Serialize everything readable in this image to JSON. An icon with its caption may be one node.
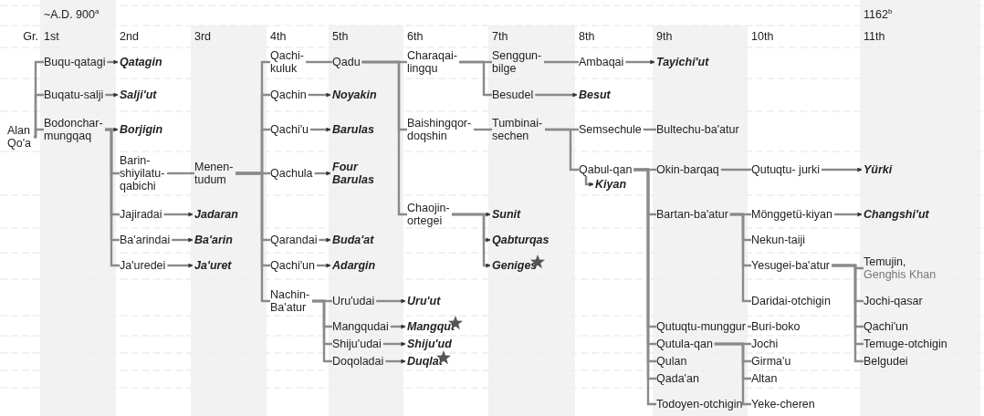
{
  "diagram": {
    "nodes": [
      {
        "text": [
          "Alan Qo'a"
        ]
      },
      {
        "text": [
          "Buqu-qatagi"
        ]
      },
      {
        "text": [
          "Qatagin"
        ]
      },
      {
        "text": [
          "Buqatu-salji"
        ]
      },
      {
        "text": [
          "Salji'ut"
        ]
      },
      {
        "text": [
          "Bodonchar-mungqaq"
        ]
      },
      {
        "text": [
          "Borjigin"
        ]
      },
      {
        "text": [
          "Barin-shiyilatu-qabichi"
        ]
      },
      {
        "text": [
          "Menen-tudum"
        ]
      },
      {
        "text": [
          "Jajiradai"
        ]
      },
      {
        "text": [
          "Jadaran"
        ]
      },
      {
        "text": [
          "Ba'arindai"
        ]
      },
      {
        "text": [
          "Ba'arin"
        ]
      },
      {
        "text": [
          "Ja'uredei"
        ]
      },
      {
        "text": [
          "Ja'uret"
        ]
      },
      {
        "text": [
          "Qachi-kuluk"
        ]
      },
      {
        "text": [
          "Qadu"
        ]
      },
      {
        "text": [
          "Qachin"
        ]
      },
      {
        "text": [
          "Noyakin"
        ]
      },
      {
        "text": [
          "Qachi'u"
        ]
      },
      {
        "text": [
          "Barulas"
        ]
      },
      {
        "text": [
          "Qachula"
        ]
      },
      {
        "text": [
          "Four Barulas"
        ]
      },
      {
        "text": [
          "Qarandai"
        ]
      },
      {
        "text": [
          "Buda'at"
        ]
      },
      {
        "text": [
          "Qachi'un"
        ]
      },
      {
        "text": [
          "Adargin"
        ]
      },
      {
        "text": [
          "Nachin-Ba'atur"
        ]
      },
      {
        "text": [
          "Uru'udai"
        ]
      },
      {
        "text": [
          "Uru'ut"
        ]
      },
      {
        "text": [
          "Mangqudai"
        ]
      },
      {
        "text": [
          "Mangqut"
        ]
      },
      {
        "text": [
          "Shiju'udai"
        ]
      },
      {
        "text": [
          "Shiju'ud"
        ]
      },
      {
        "text": [
          "Doqoladai"
        ]
      },
      {
        "text": [
          "Duqlat"
        ]
      },
      {
        "text": [
          "Charaqai-lingqu"
        ]
      },
      {
        "text": [
          "Senggun-bilge"
        ]
      },
      {
        "text": [
          "Ambaqai"
        ]
      },
      {
        "text": [
          "Tayichi'ut"
        ]
      },
      {
        "text": [
          "Besudel"
        ]
      },
      {
        "text": [
          "Besut"
        ]
      },
      {
        "text": [
          "Baishingqor-doqshin"
        ]
      },
      {
        "text": [
          "Tumbinai-sechen"
        ]
      },
      {
        "text": [
          "Semsechule"
        ]
      },
      {
        "text": [
          "Bultechu-ba'atur"
        ]
      },
      {
        "text": [
          "Qabul-qan"
        ]
      },
      {
        "text": [
          "Kiyan"
        ]
      },
      {
        "text": [
          "Okin-barqaq"
        ]
      },
      {
        "text": [
          "Qutuqtu- jurki"
        ]
      },
      {
        "text": [
          "Yürki"
        ]
      },
      {
        "text": [
          "Chaojin-ortegei"
        ]
      },
      {
        "text": [
          "Sunit"
        ]
      },
      {
        "text": [
          "Qabturqas"
        ]
      },
      {
        "text": [
          "Geniges"
        ]
      },
      {
        "text": [
          "Bartan-ba'atur"
        ]
      },
      {
        "text": [
          "Mönggetü-kiyan"
        ]
      },
      {
        "text": [
          "Changshi'ut"
        ]
      },
      {
        "text": [
          "Nekun-taiji"
        ]
      },
      {
        "text": [
          "Yesugei-ba'atur"
        ]
      },
      {
        "text": [
          "Temujin,",
          "Genghis Khan"
        ]
      },
      {
        "text": [
          "Daridai-otchigin"
        ]
      },
      {
        "text": [
          "Jochi-qasar"
        ]
      },
      {
        "text": [
          "Qachi'un"
        ]
      },
      {
        "text": [
          "Temuge-otchigin"
        ]
      },
      {
        "text": [
          "Belgudei"
        ]
      },
      {
        "text": [
          "Qutuqtu-munggur"
        ]
      },
      {
        "text": [
          "Buri-boko"
        ]
      },
      {
        "text": [
          "Qutula-qan"
        ]
      },
      {
        "text": [
          "Jochi"
        ]
      },
      {
        "text": [
          "Qulan"
        ]
      },
      {
        "text": [
          "Girma'u"
        ]
      },
      {
        "text": [
          "Qada'an"
        ]
      },
      {
        "text": [
          "Altan"
        ]
      },
      {
        "text": [
          "Todoyen-otchigin"
        ]
      },
      {
        "text": [
          "Yeke-cheren"
        ]
      }
    ],
    "edges": [
      {
        "from": 0,
        "to": 1,
        "arrow": "none"
      },
      {
        "from": 0,
        "to": 3,
        "arrow": "none"
      },
      {
        "from": 0,
        "to": 5,
        "arrow": "none"
      },
      {
        "from": 1,
        "to": 2,
        "arrow": "to"
      },
      {
        "from": 3,
        "to": 4,
        "arrow": "to"
      },
      {
        "from": 5,
        "to": 6,
        "arrow": "to"
      },
      {
        "from": 5,
        "to": 7,
        "arrow": "none"
      },
      {
        "from": 5,
        "to": 9,
        "arrow": "none"
      },
      {
        "from": 5,
        "to": 11,
        "arrow": "none"
      },
      {
        "from": 5,
        "to": 13,
        "arrow": "none"
      },
      {
        "from": 7,
        "to": 8,
        "arrow": "none"
      },
      {
        "from": 9,
        "to": 10,
        "arrow": "to"
      },
      {
        "from": 11,
        "to": 12,
        "arrow": "to"
      },
      {
        "from": 13,
        "to": 14,
        "arrow": "to"
      },
      {
        "from": 8,
        "to": 15,
        "arrow": "none"
      },
      {
        "from": 8,
        "to": 17,
        "arrow": "none"
      },
      {
        "from": 8,
        "to": 19,
        "arrow": "none"
      },
      {
        "from": 8,
        "to": 21,
        "arrow": "none"
      },
      {
        "from": 8,
        "to": 23,
        "arrow": "none"
      },
      {
        "from": 8,
        "to": 25,
        "arrow": "none"
      },
      {
        "from": 8,
        "to": 27,
        "arrow": "none"
      },
      {
        "from": 15,
        "to": 16,
        "arrow": "none"
      },
      {
        "from": 17,
        "to": 18,
        "arrow": "to"
      },
      {
        "from": 19,
        "to": 20,
        "arrow": "to"
      },
      {
        "from": 21,
        "to": 22,
        "arrow": "to"
      },
      {
        "from": 23,
        "to": 24,
        "arrow": "to"
      },
      {
        "from": 25,
        "to": 26,
        "arrow": "to"
      },
      {
        "from": 27,
        "to": 28,
        "arrow": "none"
      },
      {
        "from": 27,
        "to": 30,
        "arrow": "none"
      },
      {
        "from": 27,
        "to": 32,
        "arrow": "none"
      },
      {
        "from": 27,
        "to": 34,
        "arrow": "none"
      },
      {
        "from": 28,
        "to": 29,
        "arrow": "to"
      },
      {
        "from": 30,
        "to": 31,
        "arrow": "to"
      },
      {
        "from": 32,
        "to": 33,
        "arrow": "to"
      },
      {
        "from": 34,
        "to": 35,
        "arrow": "to"
      },
      {
        "from": 16,
        "to": 36,
        "arrow": "none"
      },
      {
        "from": 16,
        "to": 42,
        "arrow": "none"
      },
      {
        "from": 16,
        "to": 51,
        "arrow": "none"
      },
      {
        "from": 36,
        "to": 37,
        "arrow": "none"
      },
      {
        "from": 36,
        "to": 40,
        "arrow": "none"
      },
      {
        "from": 37,
        "to": 38,
        "arrow": "none"
      },
      {
        "from": 38,
        "to": 39,
        "arrow": "to"
      },
      {
        "from": 40,
        "to": 41,
        "arrow": "to"
      },
      {
        "from": 42,
        "to": 43,
        "arrow": "none"
      },
      {
        "from": 43,
        "to": 44,
        "arrow": "none"
      },
      {
        "from": 43,
        "to": 46,
        "arrow": "none"
      },
      {
        "from": 44,
        "to": 45,
        "arrow": "none"
      },
      {
        "from": 46,
        "to": 47,
        "arrow": "to"
      },
      {
        "from": 46,
        "to": 48,
        "arrow": "none"
      },
      {
        "from": 46,
        "to": 55,
        "arrow": "none"
      },
      {
        "from": 46,
        "to": 66,
        "arrow": "none"
      },
      {
        "from": 46,
        "to": 68,
        "arrow": "none"
      },
      {
        "from": 46,
        "to": 70,
        "arrow": "none"
      },
      {
        "from": 46,
        "to": 72,
        "arrow": "none"
      },
      {
        "from": 46,
        "to": 74,
        "arrow": "none"
      },
      {
        "from": 48,
        "to": 49,
        "arrow": "none"
      },
      {
        "from": 49,
        "to": 50,
        "arrow": "to"
      },
      {
        "from": 51,
        "to": 52,
        "arrow": "to"
      },
      {
        "from": 51,
        "to": 53,
        "arrow": "to"
      },
      {
        "from": 51,
        "to": 54,
        "arrow": "to"
      },
      {
        "from": 55,
        "to": 56,
        "arrow": "none"
      },
      {
        "from": 55,
        "to": 58,
        "arrow": "none"
      },
      {
        "from": 55,
        "to": 59,
        "arrow": "none"
      },
      {
        "from": 55,
        "to": 61,
        "arrow": "none"
      },
      {
        "from": 56,
        "to": 57,
        "arrow": "to"
      },
      {
        "from": 59,
        "to": 60,
        "arrow": "none"
      },
      {
        "from": 59,
        "to": 62,
        "arrow": "none"
      },
      {
        "from": 59,
        "to": 63,
        "arrow": "none"
      },
      {
        "from": 59,
        "to": 64,
        "arrow": "none"
      },
      {
        "from": 59,
        "to": 65,
        "arrow": "none"
      },
      {
        "from": 66,
        "to": 67,
        "arrow": "none"
      },
      {
        "from": 68,
        "to": 69,
        "arrow": "none"
      },
      {
        "from": 68,
        "to": 71,
        "arrow": "none"
      },
      {
        "from": 68,
        "to": 73,
        "arrow": "none"
      },
      {
        "from": 68,
        "to": 75,
        "arrow": "none"
      }
    ],
    "labels": [
      "~A.D. 900$^{a}$",
      "1162$^{b}$",
      "Gr.",
      "1st",
      "2nd",
      "3rd",
      "4th",
      "5th",
      "6th",
      "7th",
      "8th",
      "9th",
      "10th",
      "11th"
    ]
  }
}
